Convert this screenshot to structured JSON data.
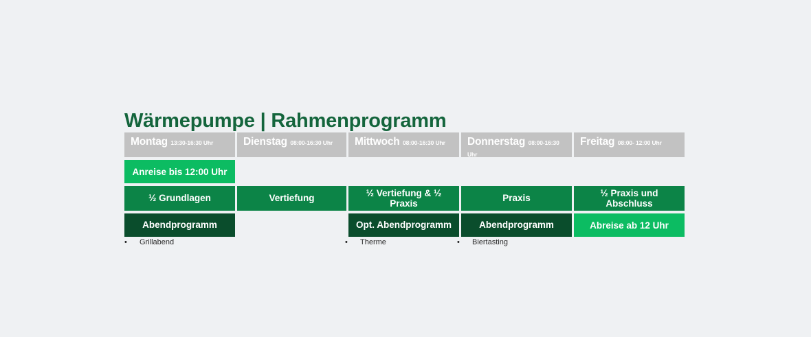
{
  "slide": {
    "background_color": "#eff1f3",
    "title": "Wärmepumpe | Rahmenprogramm",
    "title_color": "#14653c"
  },
  "colors": {
    "header_grey": "#c2c2c2",
    "green_bright": "#0cbc62",
    "green_mid": "#0c8447",
    "green_dark": "#0a4d2c",
    "text_white": "#ffffff"
  },
  "schedule": {
    "headers": [
      {
        "day": "Montag",
        "time": "13:30-16:30 Uhr"
      },
      {
        "day": "Dienstag",
        "time": "08:00-16:30 Uhr"
      },
      {
        "day": "Mittwoch",
        "time": "08:00-16:30 Uhr"
      },
      {
        "day": "Donnerstag",
        "time": "08:00-16:30 Uhr"
      },
      {
        "day": "Freitag",
        "time": "08:00- 12:00 Uhr"
      }
    ],
    "arrival_row": [
      "Anreise bis 12:00 Uhr",
      "",
      "",
      "",
      ""
    ],
    "program_row": [
      "½ Grundlagen",
      "Vertiefung",
      "½ Vertiefung & ½ Praxis",
      "Praxis",
      "½ Praxis und Abschluss"
    ],
    "evening_row": [
      "Abendprogramm",
      "",
      "Opt. Abendprogramm",
      "Abendprogramm",
      "Abreise ab 12 Uhr"
    ]
  },
  "bullets": [
    {
      "marker": "•",
      "label": "Grillabend"
    },
    {
      "marker": "•",
      "label": "Therme"
    },
    {
      "marker": "•",
      "label": "Biertasting"
    }
  ]
}
